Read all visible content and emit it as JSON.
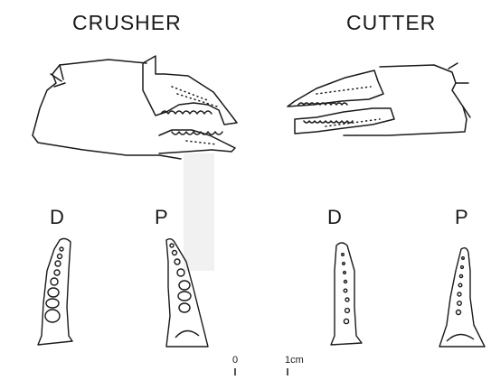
{
  "claws": {
    "crusher": {
      "title": "CRUSHER"
    },
    "cutter": {
      "title": "CUTTER"
    }
  },
  "fingers": {
    "crusher_dactyl_label": "D",
    "crusher_propodus_label": "P",
    "cutter_dactyl_label": "D",
    "cutter_propodus_label": "P"
  },
  "scale_bar": {
    "zero_label": "0",
    "one_label": "1cm"
  }
}
